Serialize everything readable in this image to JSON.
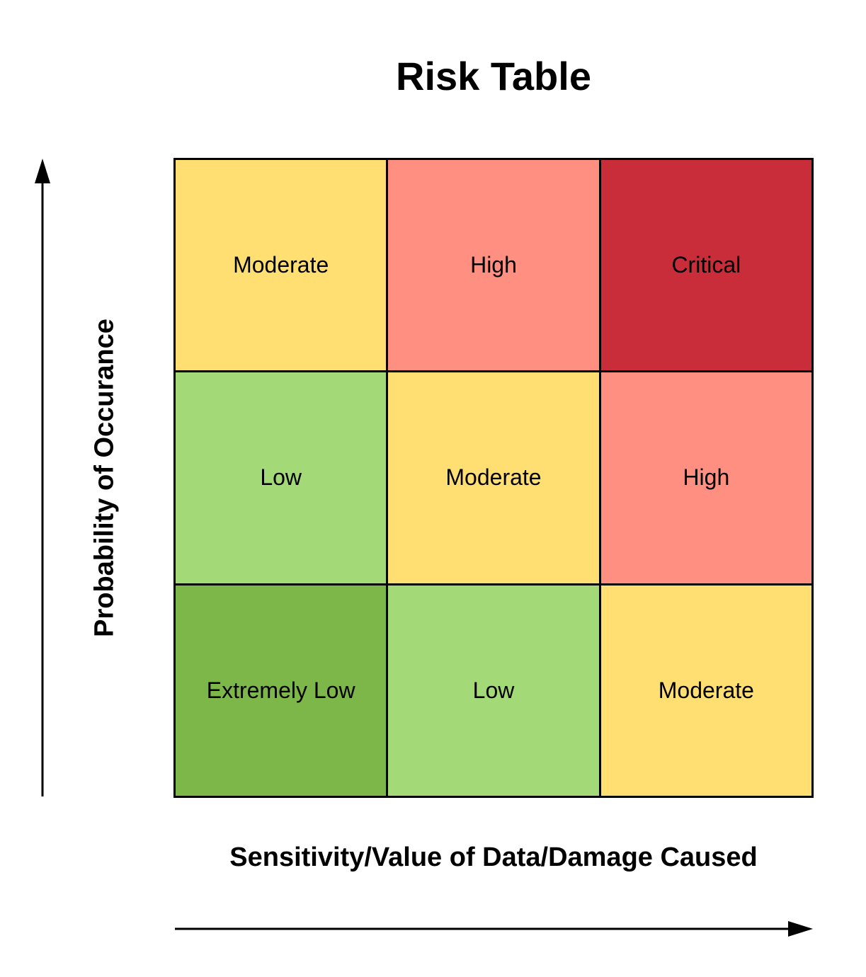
{
  "title": "Risk Table",
  "y_axis_label": "Probability of Occurance",
  "x_axis_label": "Sensitivity/Value of Data/Damage Caused",
  "colors": {
    "extremely_low": "#7db649",
    "low": "#a3d977",
    "moderate": "#ffdf71",
    "high": "#ff8f80",
    "critical": "#c92d39",
    "border": "#000000"
  },
  "rows": [
    [
      {
        "label": "Moderate",
        "level": "moderate"
      },
      {
        "label": "High",
        "level": "high"
      },
      {
        "label": "Critical",
        "level": "critical"
      }
    ],
    [
      {
        "label": "Low",
        "level": "low"
      },
      {
        "label": "Moderate",
        "level": "moderate"
      },
      {
        "label": "High",
        "level": "high"
      }
    ],
    [
      {
        "label": "Extremely Low",
        "level": "extremely_low"
      },
      {
        "label": "Low",
        "level": "low"
      },
      {
        "label": "Moderate",
        "level": "moderate"
      }
    ]
  ]
}
